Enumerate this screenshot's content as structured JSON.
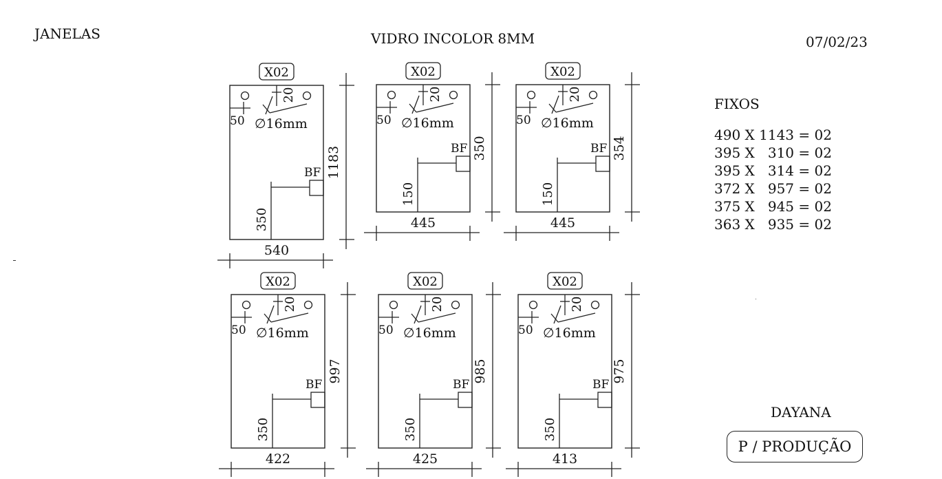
{
  "header": {
    "left": "JANELAS",
    "center": "VIDRO INCOLOR 8MM",
    "date": "07/02/23"
  },
  "fixos": {
    "title": "FIXOS",
    "items": [
      "490 X 1143 = 02",
      "395 X   310 = 02",
      "395 X   314 = 02",
      "372 X   957 = 02",
      "375 X   945 = 02",
      "363 X   935 = 02"
    ]
  },
  "footer": {
    "name": "DAYANA",
    "tag": "P / PRODUÇÃO"
  },
  "panel_common": {
    "quantity": "X02",
    "top_offset": "20",
    "side_offset": "50",
    "hole": "∅16mm",
    "bf": "BF"
  },
  "panels": [
    {
      "width": "540",
      "height": "1183",
      "lock_height": "350"
    },
    {
      "width": "445",
      "height": "350",
      "lock_height": "150"
    },
    {
      "width": "445",
      "height": "354",
      "lock_height": "150"
    },
    {
      "width": "422",
      "height": "997",
      "lock_height": "350"
    },
    {
      "width": "425",
      "height": "985",
      "lock_height": "350"
    },
    {
      "width": "413",
      "height": "975",
      "lock_height": "350"
    }
  ]
}
